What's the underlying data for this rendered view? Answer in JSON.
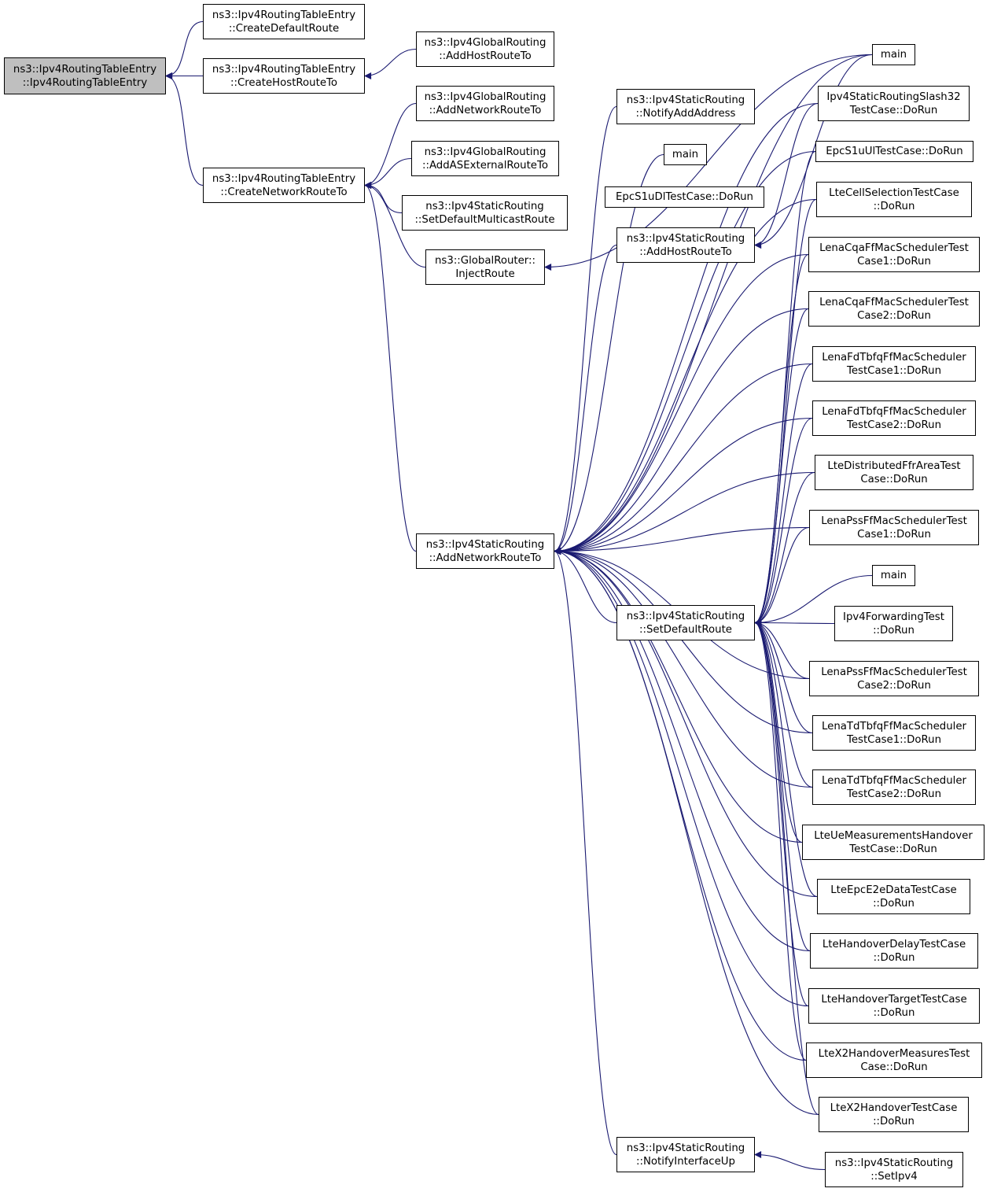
{
  "colors": {
    "edge": "#191970",
    "root_fill": "#bfbfbf",
    "node_border": "#000000"
  },
  "nodes": [
    {
      "id": "root",
      "lines": [
        "ns3::Ipv4RoutingTableEntry",
        "::Ipv4RoutingTableEntry"
      ]
    },
    {
      "id": "create-default-route",
      "lines": [
        "ns3::Ipv4RoutingTableEntry",
        "::CreateDefaultRoute"
      ]
    },
    {
      "id": "create-host-route-to",
      "lines": [
        "ns3::Ipv4RoutingTableEntry",
        "::CreateHostRouteTo"
      ]
    },
    {
      "id": "create-network-route-to",
      "lines": [
        "ns3::Ipv4RoutingTableEntry",
        "::CreateNetworkRouteTo"
      ]
    },
    {
      "id": "global-add-host-route-to",
      "lines": [
        "ns3::Ipv4GlobalRouting",
        "::AddHostRouteTo"
      ]
    },
    {
      "id": "global-add-network-route-to",
      "lines": [
        "ns3::Ipv4GlobalRouting",
        "::AddNetworkRouteTo"
      ]
    },
    {
      "id": "global-add-as-external-route-to",
      "lines": [
        "ns3::Ipv4GlobalRouting",
        "::AddASExternalRouteTo"
      ]
    },
    {
      "id": "static-set-default-multicast-route",
      "lines": [
        "ns3::Ipv4StaticRouting",
        "::SetDefaultMulticastRoute"
      ]
    },
    {
      "id": "global-router-inject-route",
      "lines": [
        "ns3::GlobalRouter::",
        "InjectRoute"
      ]
    },
    {
      "id": "static-add-network-route-to",
      "lines": [
        "ns3::Ipv4StaticRouting",
        "::AddNetworkRouteTo"
      ]
    },
    {
      "id": "static-notify-add-address",
      "lines": [
        "ns3::Ipv4StaticRouting",
        "::NotifyAddAddress"
      ]
    },
    {
      "id": "main-a",
      "lines": [
        "main"
      ]
    },
    {
      "id": "epc-s1u-dl-dorun",
      "lines": [
        "EpcS1uDlTestCase::DoRun"
      ]
    },
    {
      "id": "static-add-host-route-to",
      "lines": [
        "ns3::Ipv4StaticRouting",
        "::AddHostRouteTo"
      ]
    },
    {
      "id": "static-set-default-route",
      "lines": [
        "ns3::Ipv4StaticRouting",
        "::SetDefaultRoute"
      ]
    },
    {
      "id": "static-notify-interface-up",
      "lines": [
        "ns3::Ipv4StaticRouting",
        "::NotifyInterfaceUp"
      ]
    },
    {
      "id": "main-b",
      "lines": [
        "main"
      ]
    },
    {
      "id": "slash32-dorun",
      "lines": [
        "Ipv4StaticRoutingSlash32",
        "TestCase::DoRun"
      ]
    },
    {
      "id": "epc-s1u-ul-dorun",
      "lines": [
        "EpcS1uUlTestCase::DoRun"
      ]
    },
    {
      "id": "lte-cell-selection-dorun",
      "lines": [
        "LteCellSelectionTestCase",
        "::DoRun"
      ]
    },
    {
      "id": "lena-cqa-1",
      "lines": [
        "LenaCqaFfMacSchedulerTest",
        "Case1::DoRun"
      ]
    },
    {
      "id": "lena-cqa-2",
      "lines": [
        "LenaCqaFfMacSchedulerTest",
        "Case2::DoRun"
      ]
    },
    {
      "id": "lena-fd-tbfq-1",
      "lines": [
        "LenaFdTbfqFfMacScheduler",
        "TestCase1::DoRun"
      ]
    },
    {
      "id": "lena-fd-tbfq-2",
      "lines": [
        "LenaFdTbfqFfMacScheduler",
        "TestCase2::DoRun"
      ]
    },
    {
      "id": "lte-distributed-ffr",
      "lines": [
        "LteDistributedFfrAreaTest",
        "Case::DoRun"
      ]
    },
    {
      "id": "lena-pss-1",
      "lines": [
        "LenaPssFfMacSchedulerTest",
        "Case1::DoRun"
      ]
    },
    {
      "id": "main-c",
      "lines": [
        "main"
      ]
    },
    {
      "id": "ipv4-forwarding-dorun",
      "lines": [
        "Ipv4ForwardingTest",
        "::DoRun"
      ]
    },
    {
      "id": "lena-pss-2",
      "lines": [
        "LenaPssFfMacSchedulerTest",
        "Case2::DoRun"
      ]
    },
    {
      "id": "lena-td-tbfq-1",
      "lines": [
        "LenaTdTbfqFfMacScheduler",
        "TestCase1::DoRun"
      ]
    },
    {
      "id": "lena-td-tbfq-2",
      "lines": [
        "LenaTdTbfqFfMacScheduler",
        "TestCase2::DoRun"
      ]
    },
    {
      "id": "lte-ue-meas-handover",
      "lines": [
        "LteUeMeasurementsHandover",
        "TestCase::DoRun"
      ]
    },
    {
      "id": "lte-epc-e2e",
      "lines": [
        "LteEpcE2eDataTestCase",
        "::DoRun"
      ]
    },
    {
      "id": "lte-handover-delay",
      "lines": [
        "LteHandoverDelayTestCase",
        "::DoRun"
      ]
    },
    {
      "id": "lte-handover-target",
      "lines": [
        "LteHandoverTargetTestCase",
        "::DoRun"
      ]
    },
    {
      "id": "lte-x2-handover-measures",
      "lines": [
        "LteX2HandoverMeasuresTest",
        "Case::DoRun"
      ]
    },
    {
      "id": "lte-x2-handover",
      "lines": [
        "LteX2HandoverTestCase",
        "::DoRun"
      ]
    },
    {
      "id": "static-set-ipv4",
      "lines": [
        "ns3::Ipv4StaticRouting",
        "::SetIpv4"
      ]
    }
  ],
  "edges": [
    [
      "create-default-route",
      "root"
    ],
    [
      "create-host-route-to",
      "root"
    ],
    [
      "create-network-route-to",
      "root"
    ],
    [
      "global-add-host-route-to",
      "create-host-route-to"
    ],
    [
      "global-add-network-route-to",
      "create-network-route-to"
    ],
    [
      "global-add-as-external-route-to",
      "create-network-route-to"
    ],
    [
      "static-set-default-multicast-route",
      "create-network-route-to"
    ],
    [
      "global-router-inject-route",
      "create-network-route-to"
    ],
    [
      "static-add-network-route-to",
      "create-network-route-to"
    ],
    [
      "static-notify-add-address",
      "static-add-network-route-to"
    ],
    [
      "main-a",
      "static-add-network-route-to"
    ],
    [
      "static-add-host-route-to",
      "static-add-network-route-to"
    ],
    [
      "static-set-default-route",
      "static-add-network-route-to"
    ],
    [
      "static-notify-interface-up",
      "static-add-network-route-to"
    ],
    [
      "main-b",
      "static-add-network-route-to"
    ],
    [
      "slash32-dorun",
      "static-add-network-route-to"
    ],
    [
      "epc-s1u-ul-dorun",
      "static-add-network-route-to"
    ],
    [
      "lte-cell-selection-dorun",
      "static-add-network-route-to"
    ],
    [
      "lena-cqa-1",
      "static-add-network-route-to"
    ],
    [
      "lena-cqa-2",
      "static-add-network-route-to"
    ],
    [
      "lena-fd-tbfq-1",
      "static-add-network-route-to"
    ],
    [
      "lena-fd-tbfq-2",
      "static-add-network-route-to"
    ],
    [
      "lte-distributed-ffr",
      "static-add-network-route-to"
    ],
    [
      "lena-pss-1",
      "static-add-network-route-to"
    ],
    [
      "lena-pss-2",
      "static-add-network-route-to"
    ],
    [
      "lena-td-tbfq-1",
      "static-add-network-route-to"
    ],
    [
      "lena-td-tbfq-2",
      "static-add-network-route-to"
    ],
    [
      "lte-ue-meas-handover",
      "static-add-network-route-to"
    ],
    [
      "lte-epc-e2e",
      "static-add-network-route-to"
    ],
    [
      "lte-handover-delay",
      "static-add-network-route-to"
    ],
    [
      "lte-handover-target",
      "static-add-network-route-to"
    ],
    [
      "lte-x2-handover-measures",
      "static-add-network-route-to"
    ],
    [
      "lte-x2-handover",
      "static-add-network-route-to"
    ],
    [
      "main-b",
      "global-router-inject-route"
    ],
    [
      "main-b",
      "static-add-host-route-to"
    ],
    [
      "slash32-dorun",
      "static-add-host-route-to"
    ],
    [
      "epc-s1u-ul-dorun",
      "static-set-default-route"
    ],
    [
      "lte-cell-selection-dorun",
      "static-set-default-route"
    ],
    [
      "lena-cqa-1",
      "static-set-default-route"
    ],
    [
      "lena-cqa-2",
      "static-set-default-route"
    ],
    [
      "lena-fd-tbfq-1",
      "static-set-default-route"
    ],
    [
      "lena-fd-tbfq-2",
      "static-set-default-route"
    ],
    [
      "lte-distributed-ffr",
      "static-set-default-route"
    ],
    [
      "lena-pss-1",
      "static-set-default-route"
    ],
    [
      "main-c",
      "static-set-default-route"
    ],
    [
      "ipv4-forwarding-dorun",
      "static-set-default-route"
    ],
    [
      "lena-pss-2",
      "static-set-default-route"
    ],
    [
      "lena-td-tbfq-1",
      "static-set-default-route"
    ],
    [
      "lena-td-tbfq-2",
      "static-set-default-route"
    ],
    [
      "lte-ue-meas-handover",
      "static-set-default-route"
    ],
    [
      "lte-epc-e2e",
      "static-set-default-route"
    ],
    [
      "lte-handover-delay",
      "static-set-default-route"
    ],
    [
      "lte-handover-target",
      "static-set-default-route"
    ],
    [
      "lte-x2-handover-measures",
      "static-set-default-route"
    ],
    [
      "lte-x2-handover",
      "static-set-default-route"
    ],
    [
      "static-set-ipv4",
      "static-notify-interface-up"
    ]
  ]
}
